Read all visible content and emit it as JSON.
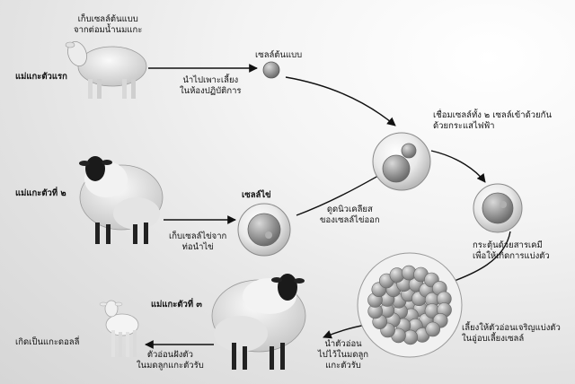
{
  "labels": {
    "sheep1_name": "แม่แกะตัวแรก",
    "sheep1_action": [
      "เก็บเซลล์ต้นแบบ",
      "จากต่อมน้ำนมแกะ"
    ],
    "culture": [
      "นำไปเพาะเลี้ยง",
      "ในห้องปฏิบัติการ"
    ],
    "donor_cell": "เซลล์ต้นแบบ",
    "fuse": [
      "เชื่อมเซลล์ทั้ง ๒ เซลล์เข้าด้วยกัน",
      "ด้วยกระแสไฟฟ้า"
    ],
    "sheep2_name": "แม่แกะตัวที่ ๒",
    "egg_cell": "เซลล์ไข่",
    "egg_collect": [
      "เก็บเซลล์ไข่จาก",
      "ท่อนำไข่"
    ],
    "nucleus_remove": [
      "ดูดนิวเคลียส",
      "ของเซลล์ไข่ออก"
    ],
    "chemical": [
      "กระตุ้นด้วยสารเคมี",
      "เพื่อให้เกิดการแบ่งตัว"
    ],
    "embryo_grow": [
      "เลี้ยงให้ตัวอ่อนเจริญแบ่งตัว",
      "ในอู่อบเลี้ยงเซลล์"
    ],
    "transfer": [
      "นำตัวอ่อน",
      "ไปไว้ในมดลูก",
      "แกะตัวรับ"
    ],
    "sheep3_name": "แม่แกะตัวที่ ๓",
    "implant": [
      "ตัวอ่อนฝังตัว",
      "ในมดลูกแกะตัวรับ"
    ],
    "dolly": "เกิดเป็นแกะดอลลี่"
  },
  "icons": {
    "sheep1": "white-faced-sheep-icon",
    "sheep2": "black-faced-sheep-icon",
    "sheep3": "black-faced-sheep-icon",
    "lamb": "lamb-icon",
    "donor_cell": "donor-cell-icon",
    "egg_cell": "egg-cell-icon",
    "fused_cell": "fused-cell-icon",
    "activated_cell": "activated-cell-icon",
    "embryo": "embryo-cluster-icon"
  }
}
